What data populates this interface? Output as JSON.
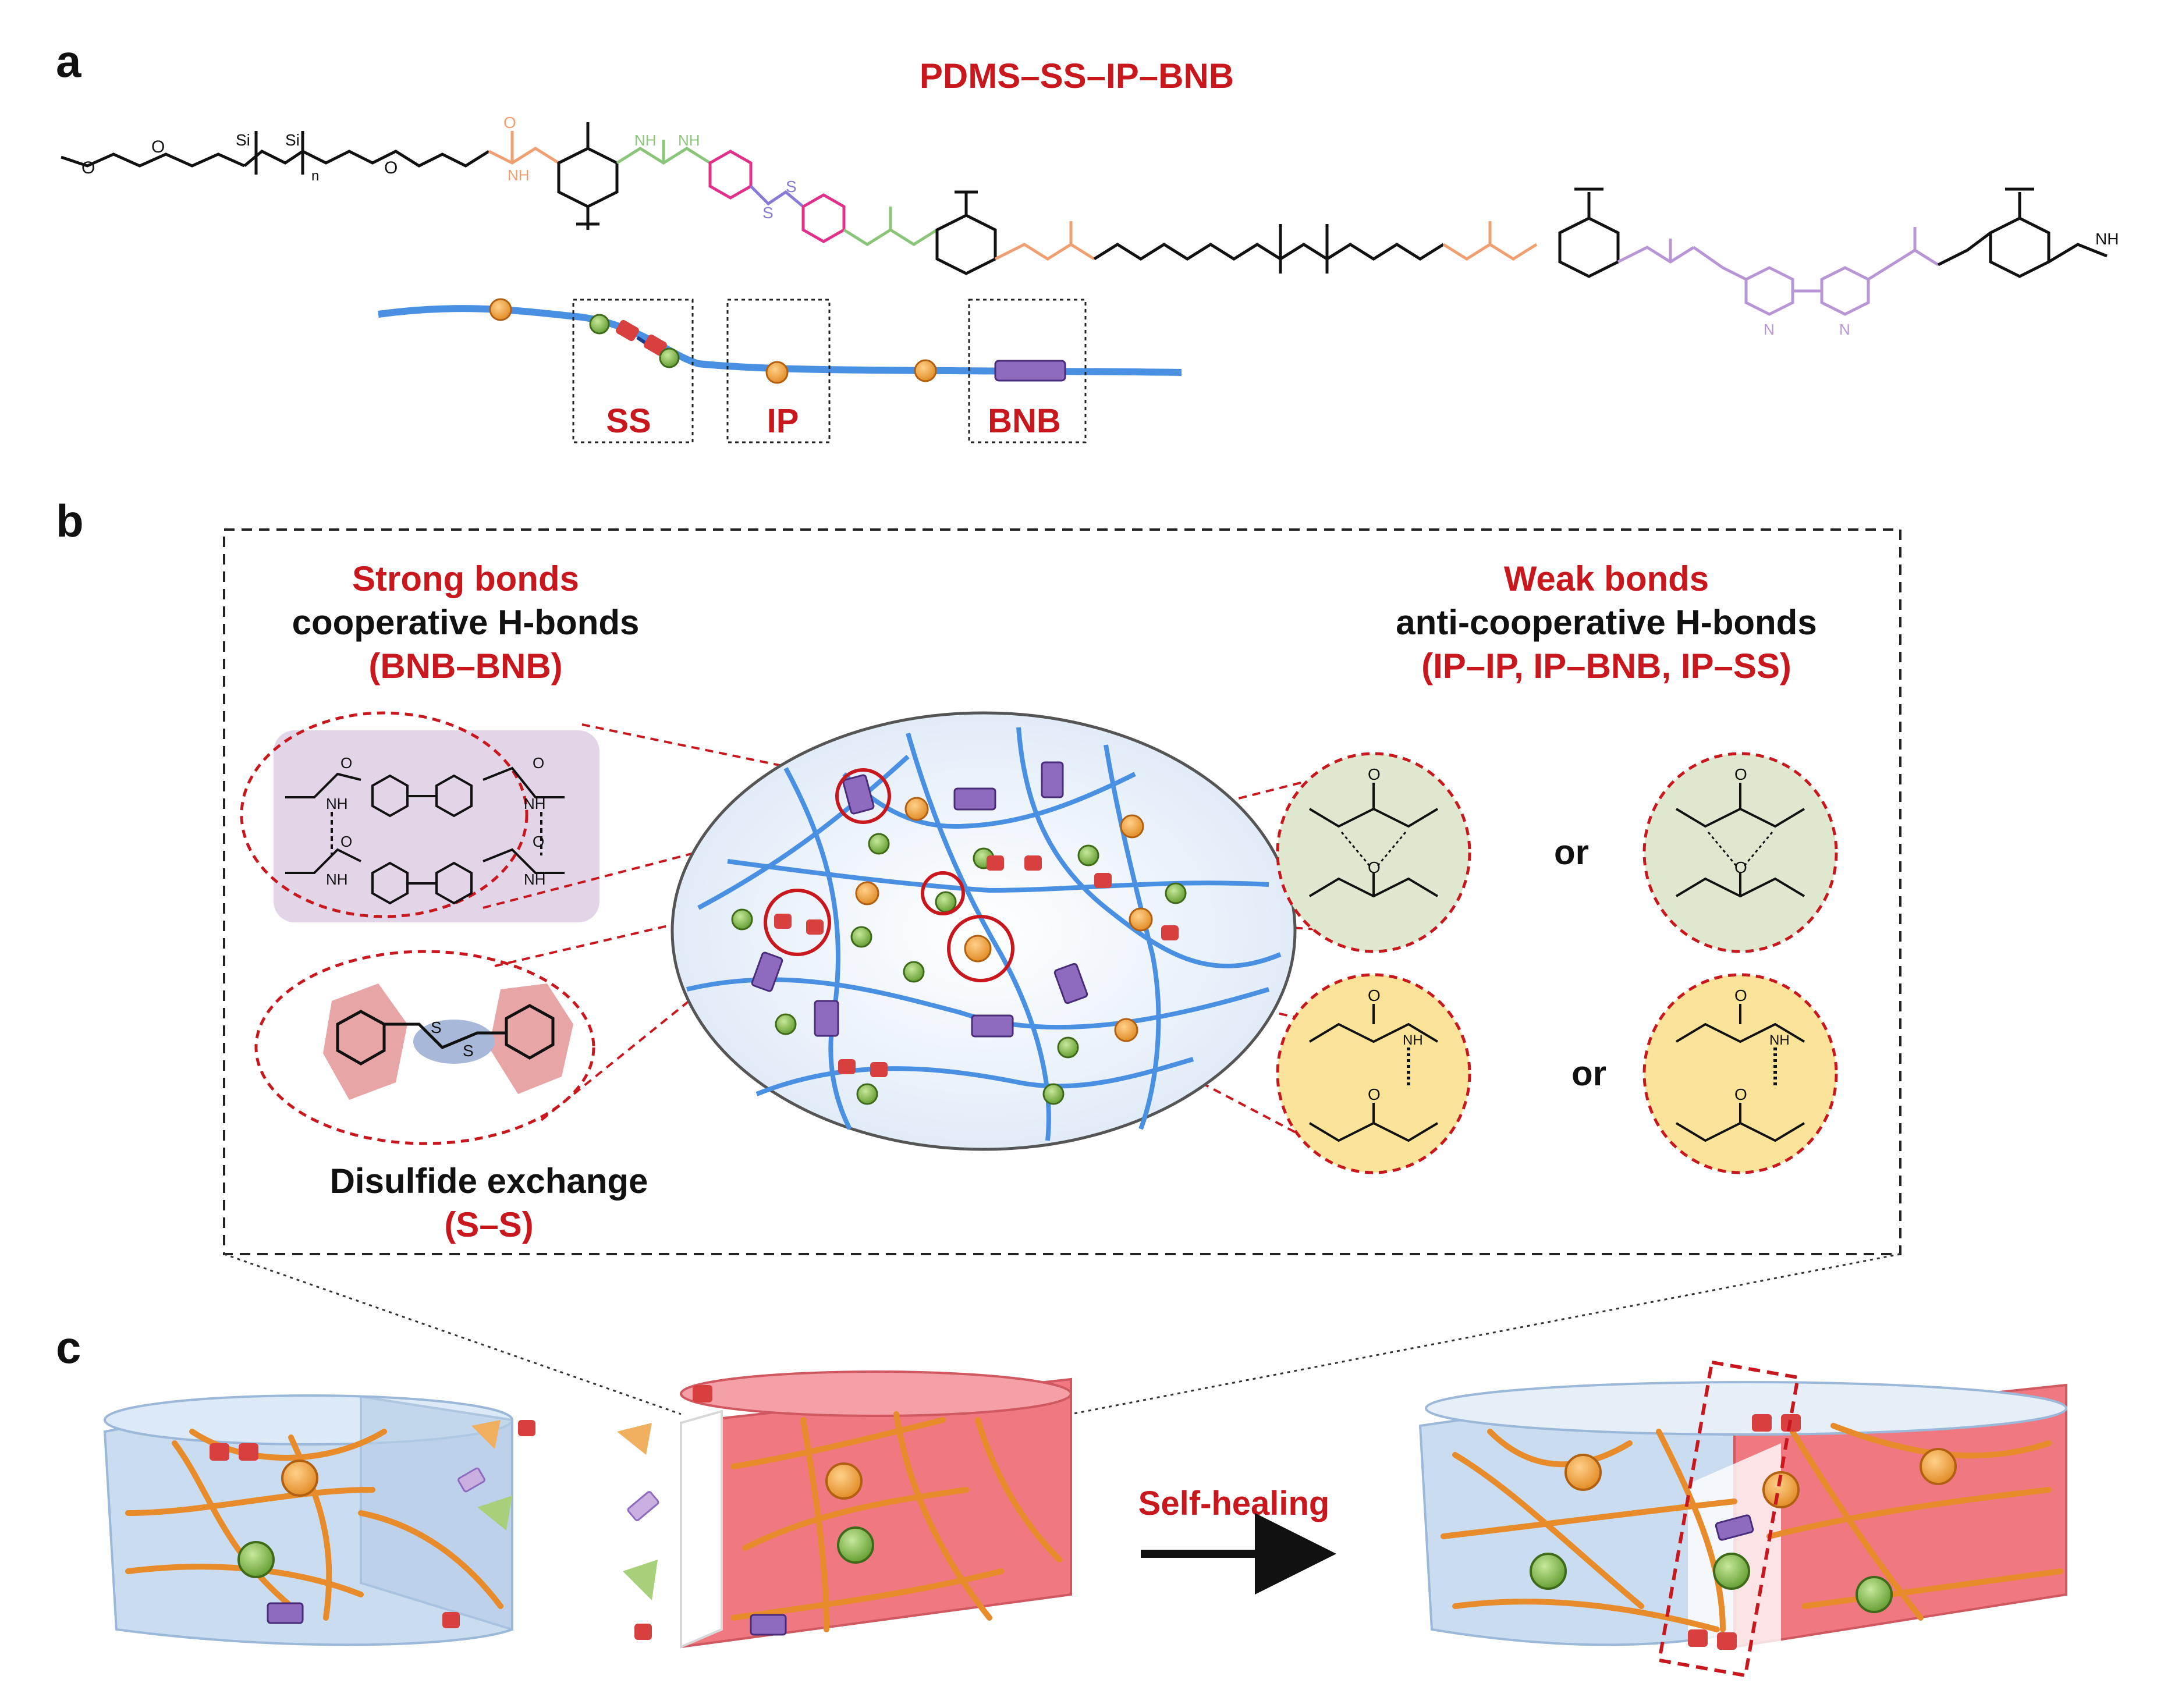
{
  "panel_a": {
    "label": "a",
    "title": "PDMS–SS–IP–BNB",
    "segments": [
      "SS",
      "IP",
      "BNB"
    ],
    "chem_atoms": {
      "O": "O",
      "Si": "Si",
      "n": "n",
      "NH": "NH",
      "N": "N",
      "H": "H",
      "S": "S"
    }
  },
  "panel_b": {
    "label": "b",
    "strong": {
      "title": "Strong  bonds",
      "subtitle": "cooperative  H-bonds",
      "pair": "(BNB–BNB)"
    },
    "weak": {
      "title": "Weak bonds",
      "subtitle": "anti-cooperative  H-bonds",
      "pair": "(IP–IP, IP–BNB, IP–SS)"
    },
    "disulfide": {
      "title": "Disulfide exchange",
      "pair": "(S–S)"
    },
    "or_label": "or"
  },
  "panel_c": {
    "label": "c",
    "arrow_label": "Self-healing"
  },
  "colors": {
    "accent_red": "#c8181e",
    "chain_blue": "#4a90e2",
    "bead_orange": "#f0a030",
    "bead_green": "#7cb342",
    "ss_red": "#d84040",
    "bnb_purple": "#8e6bbf",
    "weak_green_bg": "#dfe8cf",
    "weak_yellow_bg": "#fbe39a",
    "strong_purple_bg": "#e2d5e7",
    "gel_blue": "#c9dcf0",
    "gel_red": "#f07880"
  }
}
